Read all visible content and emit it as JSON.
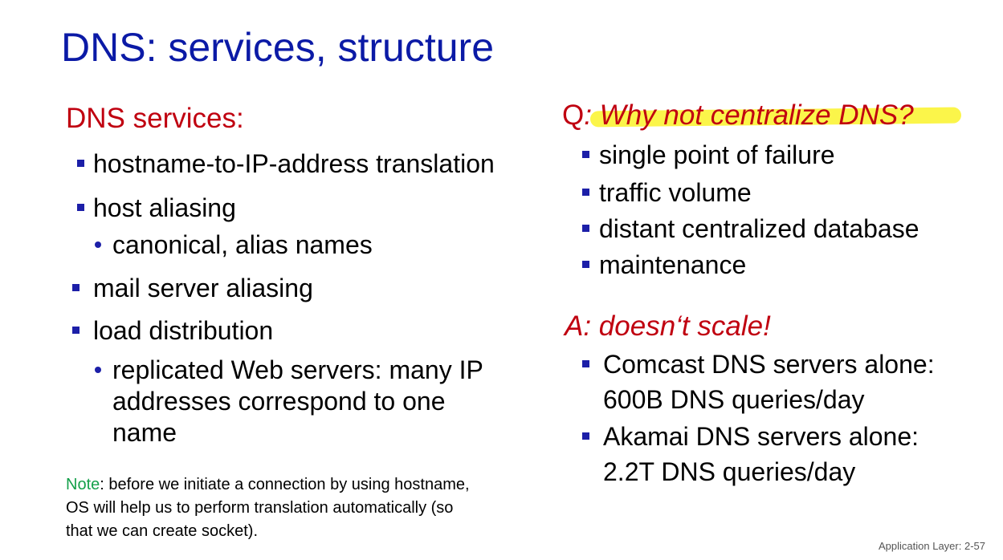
{
  "title": "DNS: services, structure",
  "left": {
    "heading": "DNS services:",
    "items": [
      "hostname-to-IP-address translation",
      "host aliasing",
      "canonical, alias names",
      "mail server aliasing",
      "load distribution",
      "replicated Web servers: many IP",
      "addresses correspond to one",
      "name"
    ]
  },
  "note": {
    "label": "Note",
    "text": ": before we initiate a connection by using hostname,",
    "line2": "OS will help us to perform translation automatically (so",
    "line3": "that we can create socket)."
  },
  "right": {
    "question_prefix": "Q",
    "question_text": ": Why not centralize DNS?",
    "q_items": [
      "single point of failure",
      "traffic volume",
      "distant centralized database",
      "maintenance"
    ],
    "answer": "A: doesn‘t scale!",
    "a_items": [
      "Comcast DNS servers alone:",
      "600B DNS queries/day",
      "Akamai DNS servers alone:",
      "2.2T DNS queries/day"
    ]
  },
  "footer": "Application Layer: 2-57",
  "colors": {
    "title": "#0b1aa6",
    "heading": "#c00010",
    "bullet": "#1c1fa8",
    "note_label": "#14a04a",
    "highlight": "#fbf54a"
  }
}
